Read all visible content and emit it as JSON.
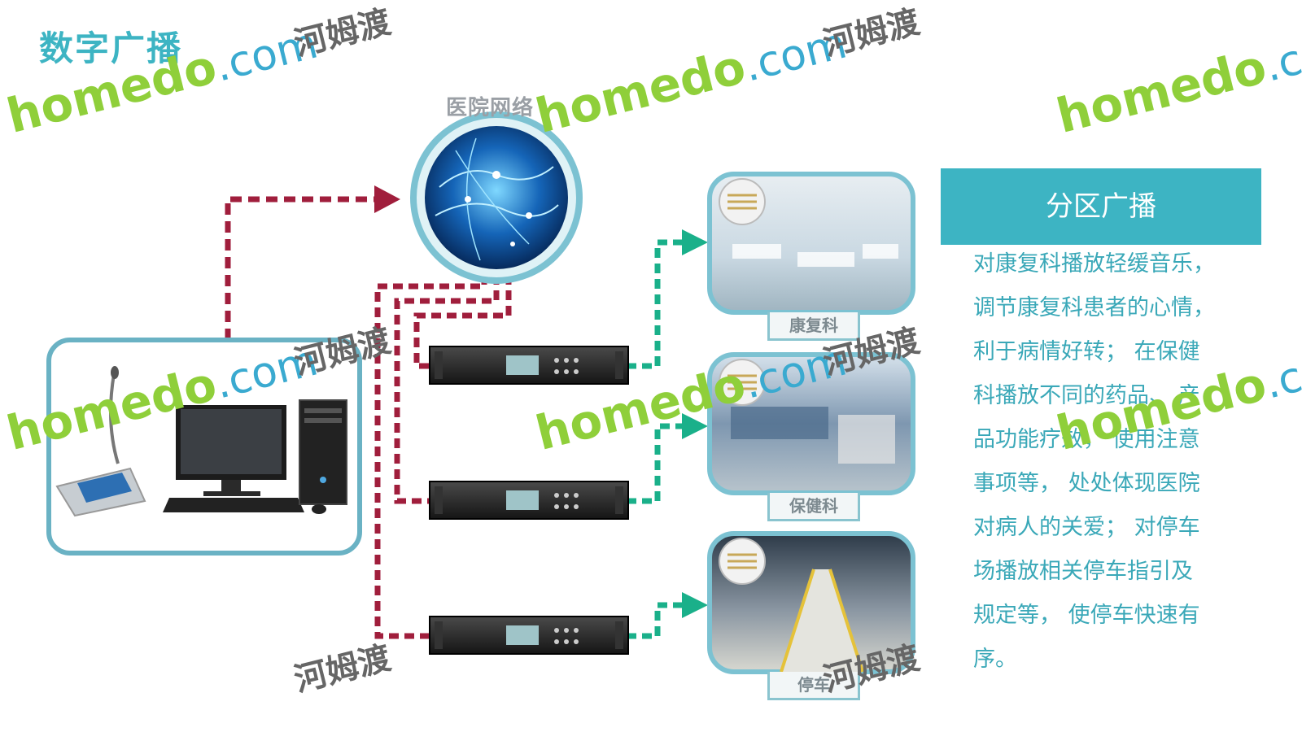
{
  "page": {
    "title": "数字广播"
  },
  "network": {
    "label": "医院网络"
  },
  "zones": [
    {
      "label": "康复科"
    },
    {
      "label": "保健科"
    },
    {
      "label": "停车"
    }
  ],
  "panel": {
    "heading": "分区广播",
    "lines": [
      "对康复科播放轻缓音乐，",
      "调节康复科患者的心情，",
      "利于病情好转；  在保健",
      "科播放不同的药品、  产",
      "品功能疗效，  使用注意",
      "事项等，  处处体现医院",
      "对病人的关爱；  对停车",
      "场播放相关停车指引及",
      "规定等，  使停车快速有",
      "序。"
    ]
  },
  "watermark": {
    "brand": "homedo",
    "domain": ".com",
    "cn": "河姆渡"
  },
  "colors": {
    "accent": "#3db4c3",
    "red_line": "#a01e3c",
    "green_line": "#1ab08a",
    "frame": "#6ab2c4"
  }
}
